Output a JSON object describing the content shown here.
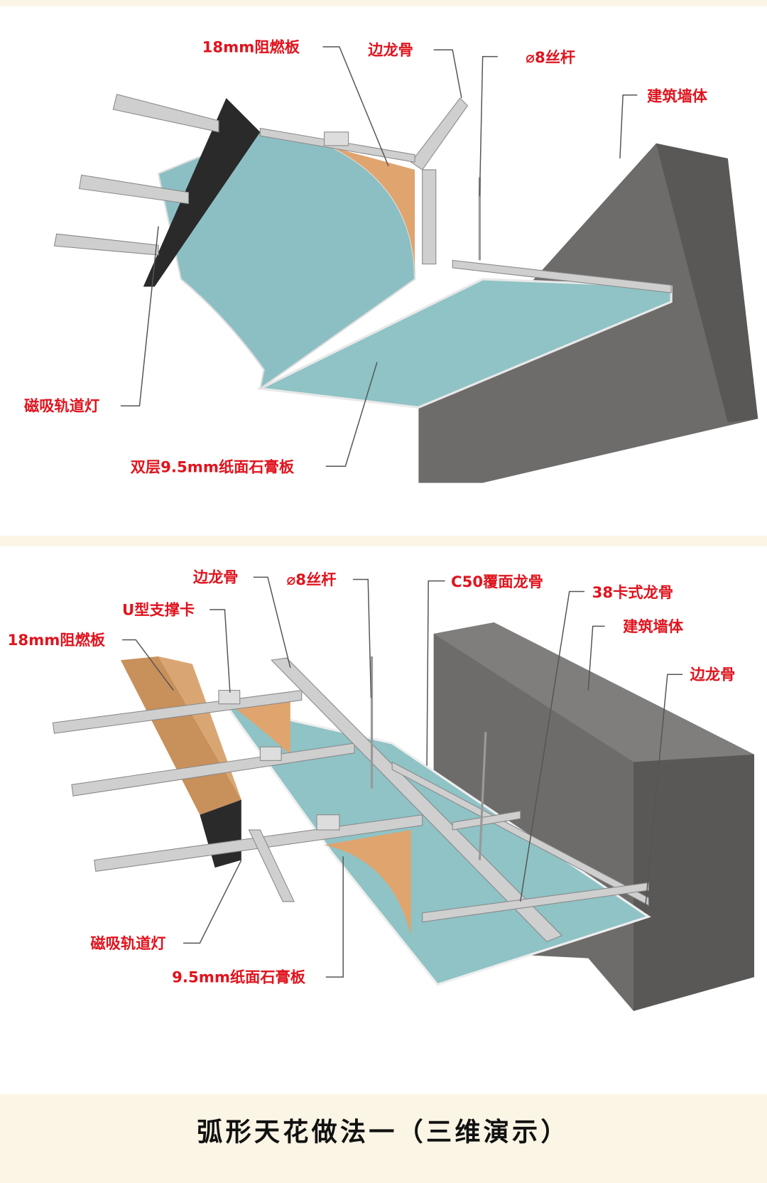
{
  "colors": {
    "label": "#e0141e",
    "band": "#fbf5e6",
    "wall": "#6e6c6b",
    "gypsum": "#8fc3c6",
    "wood": "#e0a46e"
  },
  "top_diagram": {
    "labels": {
      "fire_board": "18mm阻燃板",
      "edge_keel": "边龙骨",
      "rod": "⌀8丝杆",
      "wall": "建筑墙体",
      "track_light": "磁吸轨道灯",
      "gypsum": "双层9.5mm纸面石膏板"
    }
  },
  "bottom_diagram": {
    "labels": {
      "edge_keel": "边龙骨",
      "rod": "⌀8丝杆",
      "c50": "C50覆面龙骨",
      "card_keel": "38卡式龙骨",
      "u_clip": "U型支撑卡",
      "wall": "建筑墙体",
      "fire_board": "18mm阻燃板",
      "edge_keel_right": "边龙骨",
      "track_light": "磁吸轨道灯",
      "gypsum": "9.5mm纸面石膏板"
    }
  },
  "footer": {
    "title": "弧形天花做法一（三维演示）"
  }
}
